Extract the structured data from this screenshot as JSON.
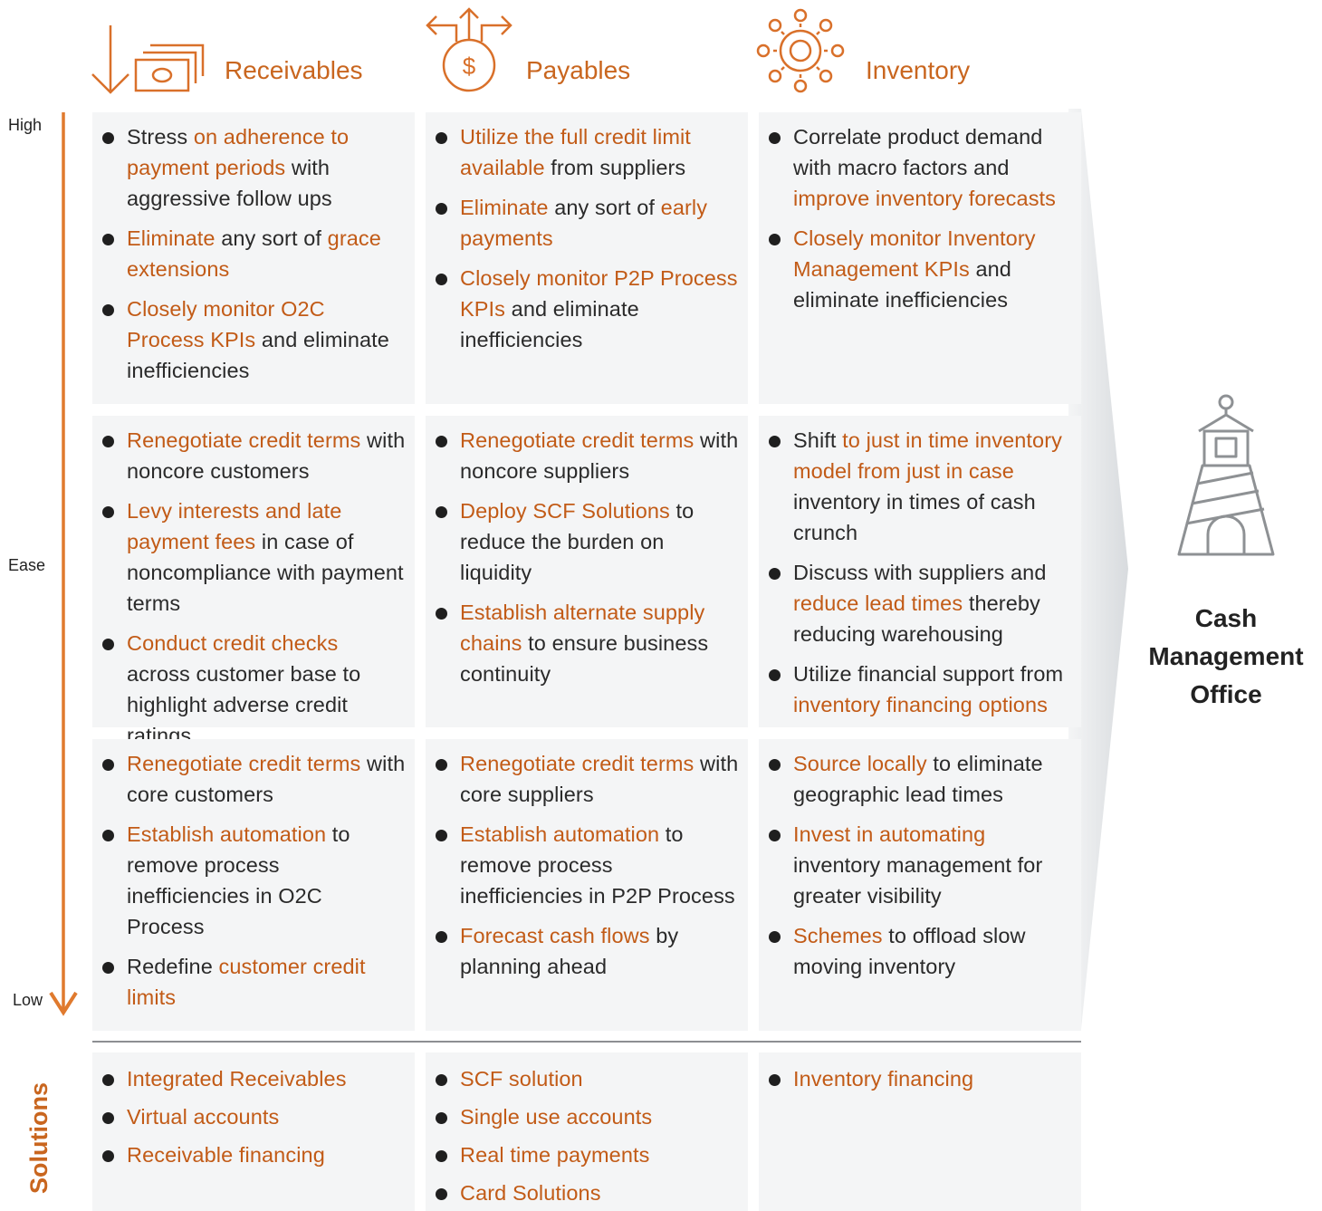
{
  "columns": [
    {
      "title": "Receivables",
      "icon": "money-stack-icon"
    },
    {
      "title": "Payables",
      "icon": "dollar-coin-arrows-icon"
    },
    {
      "title": "Inventory",
      "icon": "gear-network-icon"
    }
  ],
  "axis": {
    "high": "High",
    "mid": "Ease",
    "low": "Low"
  },
  "rows": [
    [
      [
        [
          {
            "t": "Stress "
          },
          {
            "t": "on adherence to payment periods",
            "h": true
          },
          {
            "t": " with aggressive follow ups"
          }
        ],
        [
          {
            "t": "Eliminate",
            "h": true
          },
          {
            "t": " any sort of "
          },
          {
            "t": "grace extensions",
            "h": true
          }
        ],
        [
          {
            "t": "Closely monitor O2C Process KPIs",
            "h": true
          },
          {
            "t": " and eliminate inefficiencies"
          }
        ]
      ],
      [
        [
          {
            "t": "Utilize the full credit limit available",
            "h": true
          },
          {
            "t": " from suppliers"
          }
        ],
        [
          {
            "t": "Eliminate",
            "h": true
          },
          {
            "t": " any sort of "
          },
          {
            "t": "early payments",
            "h": true
          }
        ],
        [
          {
            "t": "Closely monitor P2P Process KPIs",
            "h": true
          },
          {
            "t": " and eliminate inefficiencies"
          }
        ]
      ],
      [
        [
          {
            "t": "Correlate product demand with macro factors and "
          },
          {
            "t": "improve inventory forecasts",
            "h": true
          }
        ],
        [
          {
            "t": "Closely monitor Inventory Management KPIs",
            "h": true
          },
          {
            "t": " and eliminate inefficiencies"
          }
        ]
      ]
    ],
    [
      [
        [
          {
            "t": "Renegotiate credit terms",
            "h": true
          },
          {
            "t": " with noncore customers"
          }
        ],
        [
          {
            "t": "Levy interests and late payment fees",
            "h": true
          },
          {
            "t": " in case of noncompliance with payment terms"
          }
        ],
        [
          {
            "t": "Conduct credit checks",
            "h": true
          },
          {
            "t": " across customer base to highlight adverse credit ratings"
          }
        ]
      ],
      [
        [
          {
            "t": "Renegotiate credit terms",
            "h": true
          },
          {
            "t": " with noncore suppliers"
          }
        ],
        [
          {
            "t": "Deploy SCF Solutions",
            "h": true
          },
          {
            "t": " to reduce the burden on liquidity"
          }
        ],
        [
          {
            "t": "Establish alternate supply chains",
            "h": true
          },
          {
            "t": " to ensure business continuity"
          }
        ]
      ],
      [
        [
          {
            "t": "Shift "
          },
          {
            "t": "to just in time inventory model from just in case",
            "h": true
          },
          {
            "t": " inventory in times of cash crunch"
          }
        ],
        [
          {
            "t": "Discuss with suppliers and "
          },
          {
            "t": "reduce lead times",
            "h": true
          },
          {
            "t": " thereby reducing warehousing"
          }
        ],
        [
          {
            "t": "Utilize financial support from "
          },
          {
            "t": "inventory financing options",
            "h": true
          }
        ]
      ]
    ],
    [
      [
        [
          {
            "t": "Renegotiate credit terms",
            "h": true
          },
          {
            "t": " with core customers"
          }
        ],
        [
          {
            "t": "Establish automation",
            "h": true
          },
          {
            "t": " to remove process inefficiencies in O2C Process"
          }
        ],
        [
          {
            "t": "Redefine "
          },
          {
            "t": "customer credit limits",
            "h": true
          }
        ]
      ],
      [
        [
          {
            "t": "Renegotiate credit terms",
            "h": true
          },
          {
            "t": " with core suppliers"
          }
        ],
        [
          {
            "t": "Establish automation",
            "h": true
          },
          {
            "t": " to remove process inefficiencies in P2P Process"
          }
        ],
        [
          {
            "t": "Forecast cash flows",
            "h": true
          },
          {
            "t": " by planning ahead"
          }
        ]
      ],
      [
        [
          {
            "t": "Source locally",
            "h": true
          },
          {
            "t": " to eliminate geographic lead times"
          }
        ],
        [
          {
            "t": "Invest in automating",
            "h": true
          },
          {
            "t": " inventory management for greater visibility"
          }
        ],
        [
          {
            "t": "Schemes",
            "h": true
          },
          {
            "t": " to offload slow moving inventory"
          }
        ]
      ]
    ]
  ],
  "solutions": {
    "label": "Solutions",
    "columns": [
      [
        "Integrated Receivables",
        "Virtual accounts",
        "Receivable financing"
      ],
      [
        "SCF solution",
        "Single use accounts",
        "Real time payments",
        "Card Solutions"
      ],
      [
        "Inventory financing"
      ]
    ]
  },
  "cmo": {
    "label": "Cash Management Office",
    "icon": "lighthouse-icon"
  },
  "colors": {
    "accent": "#c25b17",
    "cell_bg": "#f4f5f6",
    "arrow": "#e07a2e"
  }
}
